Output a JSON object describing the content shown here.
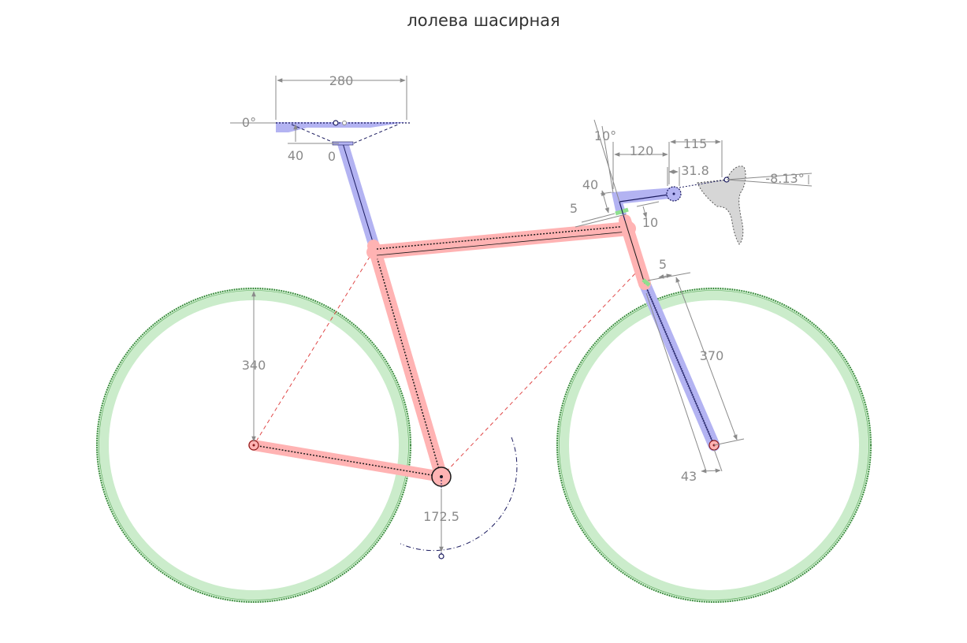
{
  "title": "лолева шасирная",
  "dimensions": {
    "saddle_length": "280",
    "saddle_angle": "0°",
    "saddle_height_offset": "40",
    "seatpost_setback": "0",
    "wheel_radius": "340",
    "crank_length": "172.5",
    "stem_angle": "10°",
    "stem_length": "120",
    "bar_reach": "115",
    "bar_clamp": "31.8",
    "lever_angle": "-8.13°",
    "spacer_stack": "40",
    "headset_top": "5",
    "spacer_offset": "10",
    "headset_bottom": "5",
    "fork_length": "370",
    "fork_offset": "43"
  },
  "colors": {
    "frame": "#ffb3b3",
    "components": "#b3b3f2",
    "wheel": "#cbeccb",
    "tire_edge": "#2e7d32",
    "dimension": "#8a8a8a",
    "centerline": "#1a1a5e",
    "construction": "#e04848"
  }
}
